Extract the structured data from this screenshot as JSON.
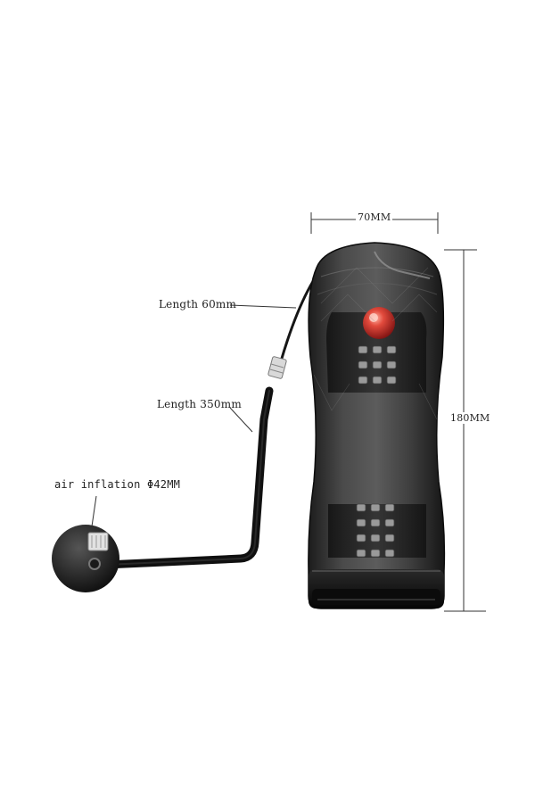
{
  "labels": {
    "width": "70MM",
    "height": "180MM",
    "cable_short": "Length 60mm",
    "cable_long": "Length 350mm",
    "pump": "air inflation Φ42MM"
  },
  "colors": {
    "background": "#ffffff",
    "body": "#2b2b2b",
    "cable": "#111111",
    "indicator": "#d63a3a",
    "dimension_line": "#333333"
  }
}
